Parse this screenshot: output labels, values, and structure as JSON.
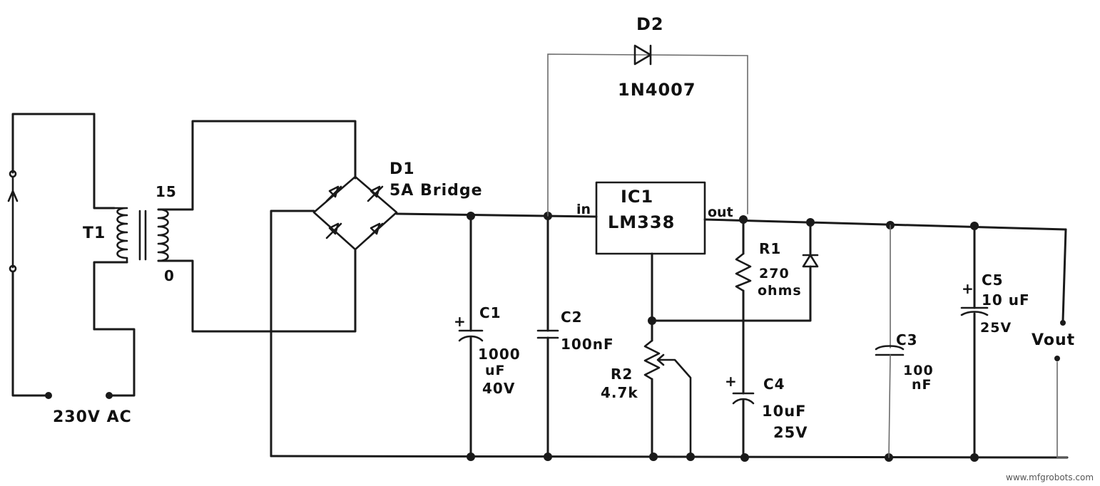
{
  "labels": {
    "d2": "D2",
    "d2_part": "1N4007",
    "d1": "D1",
    "d1_part": "5A Bridge",
    "ic_name": "IC1",
    "ic_part": "LM338",
    "ic_in": "in",
    "ic_out": "out",
    "t1": "T1",
    "tap_15": "15",
    "tap_0": "0",
    "ac_input": "230V AC",
    "c1": "C1",
    "c1_value_1": "1000",
    "c1_value_2": "uF",
    "c1_value_3": "40V",
    "c2": "C2",
    "c2_value": "100nF",
    "r1": "R1",
    "r1_value_1": "270",
    "r1_value_2": "ohms",
    "r2": "R2",
    "r2_value": "4.7k",
    "c3": "C3",
    "c3_value_1": "100",
    "c3_value_2": "nF",
    "c4": "C4",
    "c4_value_1": "10uF",
    "c4_value_2": "25V",
    "c5": "C5",
    "c5_value_1": "10 uF",
    "c5_value_2": "25V",
    "vout": "Vout",
    "plus": "+",
    "watermark": "www.mfgrobots.com"
  }
}
